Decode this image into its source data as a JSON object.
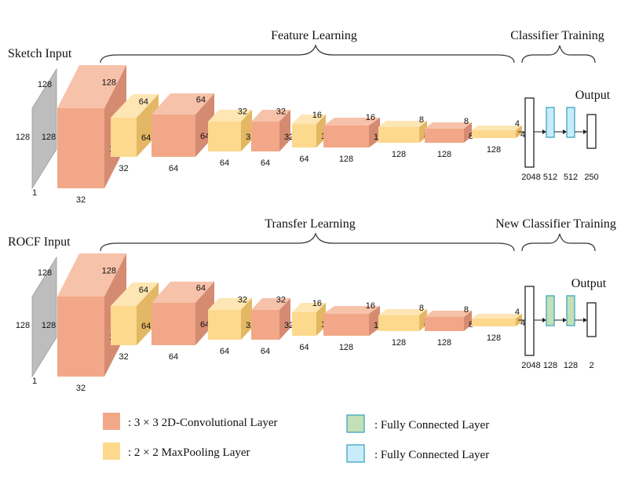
{
  "colors": {
    "conv_front": "#F2A888",
    "conv_top": "#F7C2AA",
    "conv_side": "#D58B72",
    "pool_front": "#FDD98E",
    "pool_top": "#FDE6B4",
    "pool_side": "#E3B763",
    "input_face": "#BDBDBD",
    "fc_blue": "#C8ECFA",
    "fc_green": "#C3E0B6",
    "fc_border": "#3FA6C4"
  },
  "top": {
    "input_label": "Sketch Input",
    "section_feature": "Feature Learning",
    "section_classifier": "Classifier Training",
    "output_label": "Output",
    "input_dims": [
      "128",
      "128",
      "128",
      "1"
    ],
    "block_dims": [
      [
        "128",
        "128",
        "32"
      ],
      [
        "64",
        "64",
        "32"
      ],
      [
        "64",
        "64",
        "64"
      ],
      [
        "32",
        "32",
        "64"
      ],
      [
        "32",
        "32",
        "64"
      ],
      [
        "16",
        "16",
        "64"
      ],
      [
        "16",
        "16",
        "128"
      ],
      [
        "8",
        "8",
        "128"
      ],
      [
        "8",
        "8",
        "128"
      ],
      [
        "4",
        "4",
        "128"
      ]
    ],
    "fc_labels": [
      "2048",
      "512",
      "512",
      "250"
    ]
  },
  "bottom": {
    "input_label": "ROCF Input",
    "section_feature": "Transfer Learning",
    "section_classifier": "New Classifier Training",
    "output_label": "Output",
    "input_dims": [
      "128",
      "128",
      "128",
      "1"
    ],
    "block_dims": [
      [
        "128",
        "128",
        "32"
      ],
      [
        "64",
        "64",
        "32"
      ],
      [
        "64",
        "64",
        "64"
      ],
      [
        "32",
        "32",
        "64"
      ],
      [
        "32",
        "32",
        "64"
      ],
      [
        "16",
        "16",
        "64"
      ],
      [
        "16",
        "16",
        "128"
      ],
      [
        "8",
        "8",
        "128"
      ],
      [
        "8",
        "8",
        "128"
      ],
      [
        "4",
        "4",
        "128"
      ]
    ],
    "fc_labels": [
      "2048",
      "128",
      "128",
      "2"
    ]
  },
  "legend": {
    "conv": ": 3 × 3 2D-Convolutional Layer",
    "pool": ": 2 × 2 MaxPooling Layer",
    "fc_green": ": Fully Connected Layer",
    "fc_blue": ": Fully Connected Layer"
  }
}
